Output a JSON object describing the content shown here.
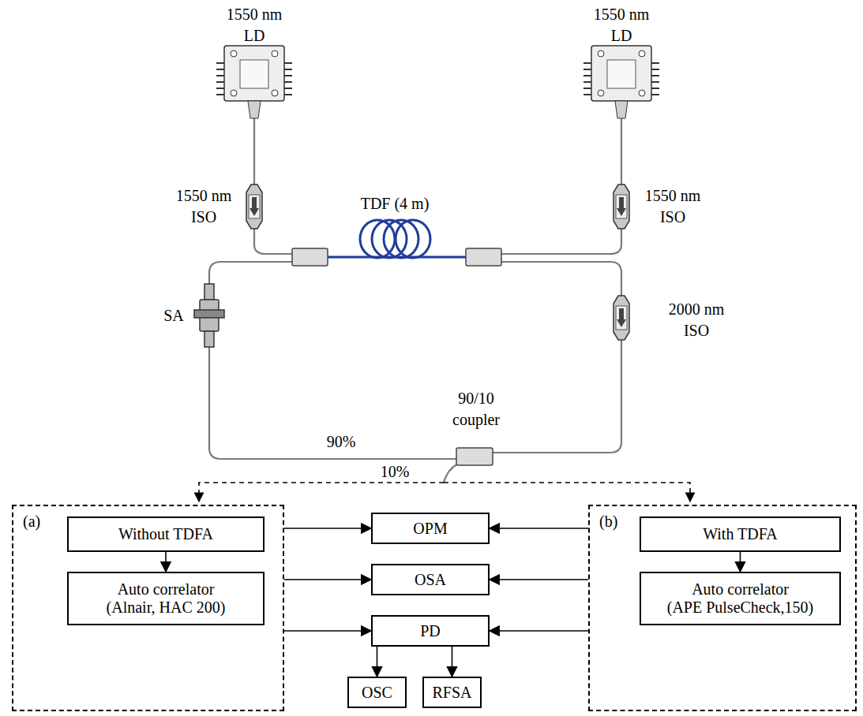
{
  "diagram": {
    "nodes": [
      {
        "text": [
          "(a)"
        ]
      },
      {
        "text": [
          "Without TDFA"
        ],
        "in": 0
      },
      {
        "text": [
          "Auto correlator (Alnair, HAC 200)"
        ],
        "in": 0
      },
      {
        "text": [
          "OPM"
        ]
      },
      {
        "text": [
          "OSA"
        ]
      },
      {
        "text": [
          "PD"
        ]
      },
      {
        "text": [
          "OSC"
        ]
      },
      {
        "text": [
          "RFSA"
        ]
      },
      {
        "text": [
          "(b)"
        ]
      },
      {
        "text": [
          "With TDFA"
        ],
        "in": 8
      },
      {
        "text": [
          "Auto correlator (APE PulseCheck,150)"
        ],
        "in": 8
      }
    ],
    "edges": [
      {
        "from": 1,
        "to": 2,
        "arrow": "to"
      },
      {
        "from": 0,
        "to": 3,
        "arrow": "to"
      },
      {
        "from": 0,
        "to": 4,
        "arrow": "to"
      },
      {
        "from": 0,
        "to": 5,
        "arrow": "to"
      },
      {
        "from": 8,
        "to": 3,
        "arrow": "to"
      },
      {
        "from": 8,
        "to": 4,
        "arrow": "to"
      },
      {
        "from": 8,
        "to": 5,
        "arrow": "to"
      },
      {
        "from": 5,
        "to": 6,
        "arrow": "to"
      },
      {
        "from": 5,
        "to": 7,
        "arrow": "to"
      },
      {
        "from": 9,
        "to": 10,
        "arrow": "to"
      }
    ],
    "labels": [
      "1550 nm",
      "LD",
      "1550 nm",
      "LD",
      "1550 nm",
      "ISO",
      "1550 nm",
      "ISO",
      "TDF (4 m)",
      "2000 nm",
      "ISO",
      "SA",
      "90/10",
      "coupler",
      "90%",
      "10%"
    ]
  }
}
